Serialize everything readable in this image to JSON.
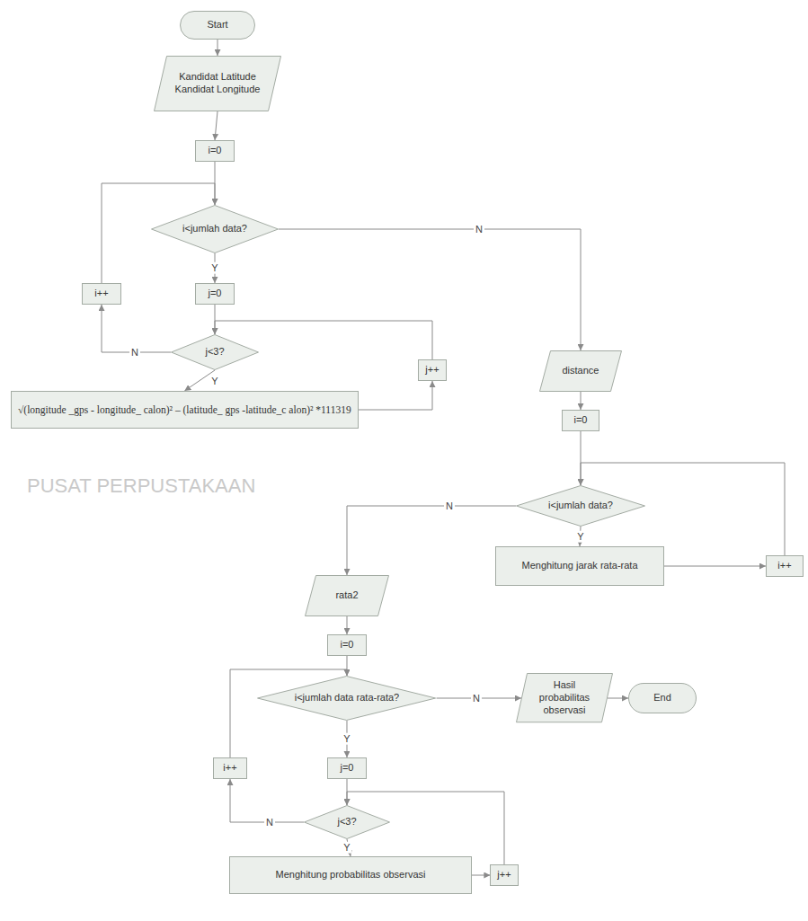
{
  "diagram": {
    "nodes": [
      {
        "text": [
          "Start"
        ]
      },
      {
        "text": [
          "Kandidat Latitude Kandidat Longitude"
        ]
      },
      {
        "text": [
          "i=0"
        ]
      },
      {
        "text": [
          "i<jumlah data?"
        ]
      },
      {
        "text": [
          "i++"
        ]
      },
      {
        "text": [
          "j=0"
        ]
      },
      {
        "text": [
          "j<3?"
        ]
      },
      {
        "text": [
          "j++"
        ]
      },
      {
        "text": [
          "√(longitude _gps - longitude_ calon)² – (latitude_ gps -latitude_c alon)² *111319"
        ]
      },
      {
        "text": [
          "distance"
        ]
      },
      {
        "text": [
          "i=0"
        ]
      },
      {
        "text": [
          "i<jumlah data?"
        ]
      },
      {
        "text": [
          "Menghitung jarak rata-rata"
        ]
      },
      {
        "text": [
          "i++"
        ]
      },
      {
        "text": [
          "rata2"
        ]
      },
      {
        "text": [
          "i=0"
        ]
      },
      {
        "text": [
          "i<jumlah data rata-rata?"
        ]
      },
      {
        "text": [
          "Hasil probabilitas observasi"
        ]
      },
      {
        "text": [
          "End"
        ]
      },
      {
        "text": [
          "i++"
        ]
      },
      {
        "text": [
          "j=0"
        ]
      },
      {
        "text": [
          "j<3?"
        ]
      },
      {
        "text": [
          "Menghitung probabilitas observasi"
        ]
      },
      {
        "text": [
          "j++"
        ]
      }
    ],
    "edges": [
      {
        "from": 0,
        "to": 1,
        "arrow": "to"
      },
      {
        "from": 1,
        "to": 2,
        "arrow": "to"
      },
      {
        "from": 2,
        "to": 3,
        "arrow": "to"
      },
      {
        "from": 3,
        "to": 5,
        "label": "Y",
        "arrow": "to"
      },
      {
        "from": 3,
        "to": 9,
        "label": "N",
        "arrow": "to"
      },
      {
        "from": 5,
        "to": 6,
        "arrow": "to"
      },
      {
        "from": 6,
        "to": 8,
        "label": "Y",
        "arrow": "to"
      },
      {
        "from": 6,
        "to": 4,
        "label": "N",
        "arrow": "to"
      },
      {
        "from": 4,
        "to": 3,
        "arrow": "to"
      },
      {
        "from": 8,
        "to": 7,
        "arrow": "to"
      },
      {
        "from": 7,
        "to": 6,
        "arrow": "to"
      },
      {
        "from": 9,
        "to": 10,
        "arrow": "to"
      },
      {
        "from": 10,
        "to": 11,
        "arrow": "to"
      },
      {
        "from": 11,
        "to": 12,
        "label": "Y",
        "arrow": "to"
      },
      {
        "from": 11,
        "to": 14,
        "label": "N",
        "arrow": "to"
      },
      {
        "from": 12,
        "to": 13,
        "arrow": "to"
      },
      {
        "from": 13,
        "to": 11,
        "arrow": "to"
      },
      {
        "from": 14,
        "to": 15,
        "arrow": "to"
      },
      {
        "from": 15,
        "to": 16,
        "arrow": "to"
      },
      {
        "from": 16,
        "to": 17,
        "label": "N",
        "arrow": "to"
      },
      {
        "from": 17,
        "to": 18,
        "arrow": "to"
      },
      {
        "from": 16,
        "to": 20,
        "label": "Y",
        "arrow": "to"
      },
      {
        "from": 20,
        "to": 21,
        "arrow": "to"
      },
      {
        "from": 21,
        "to": 22,
        "label": "Y",
        "arrow": "to"
      },
      {
        "from": 21,
        "to": 19,
        "label": "N",
        "arrow": "to"
      },
      {
        "from": 19,
        "to": 16,
        "arrow": "to"
      },
      {
        "from": 22,
        "to": 23,
        "arrow": "to"
      },
      {
        "from": 23,
        "to": 21,
        "arrow": "to"
      }
    ],
    "labels": [
      "PUSAT PERPUSTAKAAN"
    ]
  }
}
